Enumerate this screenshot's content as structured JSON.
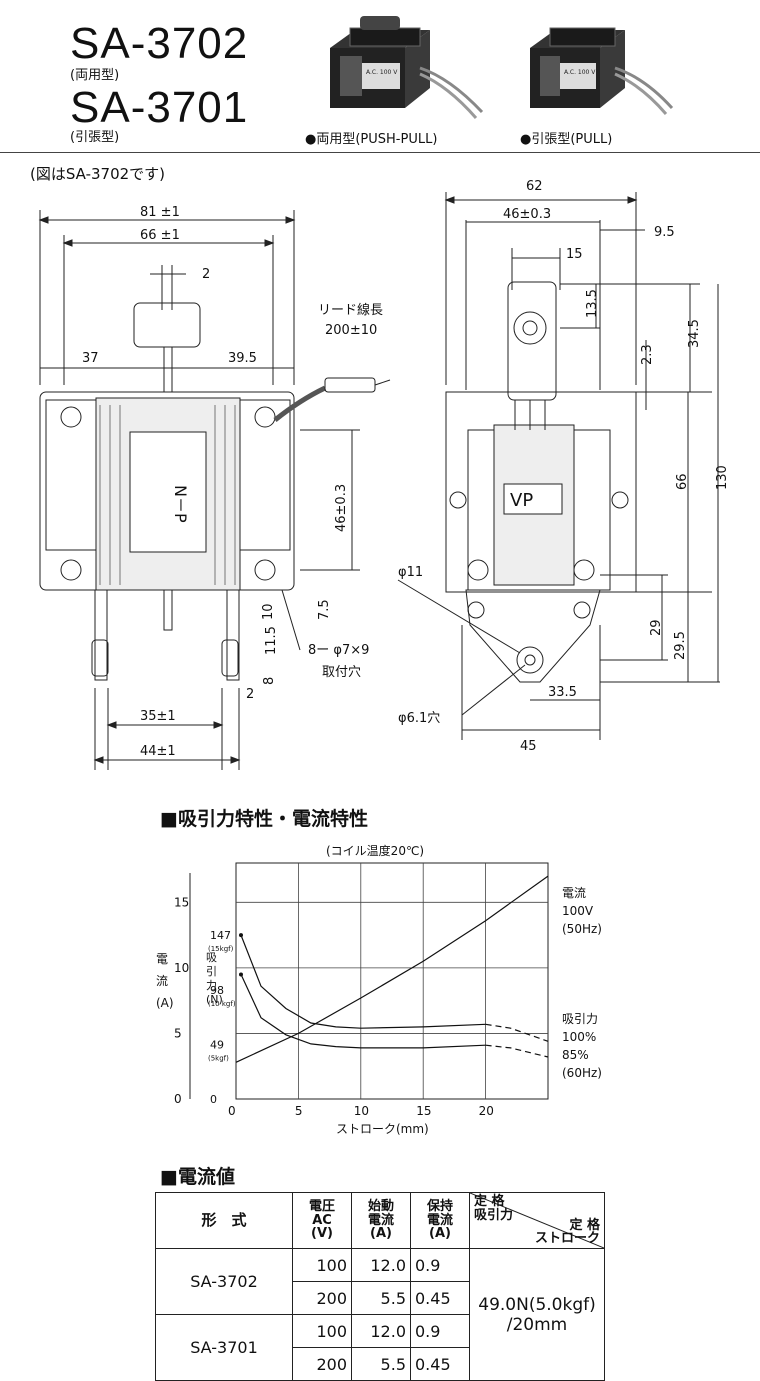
{
  "header": {
    "model1": "SA-3702",
    "model1_sub": "(両用型)",
    "model2": "SA-3701",
    "model2_sub": "(引張型)",
    "photo1_caption": "●両用型(PUSH-PULL)",
    "photo2_caption": "●引張型(PULL)",
    "photo_label": "A.C. 100 V"
  },
  "drawing": {
    "note": "(図はSA-3702です)",
    "front": {
      "d81": "81 ±1",
      "d66": "66 ±1",
      "d2top": "2",
      "d37": "37",
      "d395": "39.5",
      "lead_label": "リード線長",
      "lead_value": "200±10",
      "coil_text": "N－P",
      "d46": "46±0.3",
      "d10": "10",
      "d75": "7.5",
      "d115": "11.5",
      "d8": "8",
      "holes1": "8ー φ7×9",
      "holes2": "取付穴",
      "d2bot": "2",
      "d35": "35±1",
      "d44": "44±1"
    },
    "side": {
      "d62": "62",
      "d46": "46±0.3",
      "d95": "9.5",
      "d15": "15",
      "d135": "13.5",
      "d345": "34.5",
      "d23": "2.3",
      "d66": "66",
      "d130": "130",
      "coil_text": "VP",
      "phi11": "φ11",
      "d29": "29",
      "d295": "29.5",
      "d335": "33.5",
      "phi61": "φ6.1穴",
      "d45": "45"
    }
  },
  "chart_title": "■吸引力特性・電流特性",
  "chart_data": {
    "type": "line",
    "subtitle": "(コイル温度20℃)",
    "xlabel": "ストローク(mm)",
    "x_ticks": [
      "5",
      "10",
      "15",
      "20"
    ],
    "xlim": [
      0,
      25
    ],
    "current_axis": {
      "label_chars": [
        "電",
        "流",
        "(A)"
      ],
      "ticks": [
        "0",
        "5",
        "10",
        "15"
      ],
      "ylim": [
        0,
        18
      ]
    },
    "force_axis": {
      "label_chars": [
        "吸",
        "引",
        "力",
        "(N)"
      ],
      "ticks": [
        {
          "value": "0",
          "sub": ""
        },
        {
          "value": "49",
          "sub": "(5kgf)"
        },
        {
          "value": "98",
          "sub": "(10 kgf)"
        },
        {
          "value": "147",
          "sub": "(15kgf)"
        }
      ]
    },
    "series": [
      {
        "name": "電流",
        "label_lines": [
          "電流",
          "100V",
          "(50Hz)"
        ],
        "x": [
          0,
          5,
          10,
          15,
          20,
          25
        ],
        "y": [
          2.8,
          5.0,
          7.7,
          10.5,
          13.6,
          17.0
        ]
      },
      {
        "name": "吸引力",
        "label_lines": [
          "吸引力",
          "100%"
        ],
        "x": [
          0.4,
          2,
          4,
          6,
          8,
          10,
          15,
          20,
          22,
          25
        ],
        "y": [
          12.5,
          8.6,
          6.9,
          5.8,
          5.5,
          5.4,
          5.5,
          5.7,
          5.4,
          4.4
        ],
        "dashed_from": 20
      },
      {
        "name": "85%",
        "label_lines": [
          "85%",
          "(60Hz)"
        ],
        "x": [
          0.4,
          2,
          4,
          6,
          8,
          10,
          15,
          20,
          22,
          25
        ],
        "y": [
          9.5,
          6.2,
          4.9,
          4.2,
          4.0,
          3.9,
          3.9,
          4.1,
          3.9,
          3.2
        ],
        "dashed_from": 20
      }
    ]
  },
  "table_title": "■電流値",
  "table": {
    "headers": {
      "model": "形　式",
      "voltage": [
        "電圧",
        "AC",
        "(V)"
      ],
      "start": [
        "始動",
        "電流",
        "(A)"
      ],
      "hold": [
        "保持",
        "電流",
        "(A)"
      ],
      "rated_force": [
        "定 格",
        "吸引力"
      ],
      "rated_stroke": [
        "定 格",
        "ストローク"
      ]
    },
    "rows": [
      {
        "model": "SA-3702",
        "lines": [
          {
            "v": "100",
            "start": "12.0",
            "hold": "0.9"
          },
          {
            "v": "200",
            "start": "5.5",
            "hold": "0.45"
          }
        ]
      },
      {
        "model": "SA-3701",
        "lines": [
          {
            "v": "100",
            "start": "12.0",
            "hold": "0.9"
          },
          {
            "v": "200",
            "start": "5.5",
            "hold": "0.45"
          }
        ]
      }
    ],
    "rating_line1": "49.0N(5.0kgf)",
    "rating_line2": "/20mm"
  }
}
